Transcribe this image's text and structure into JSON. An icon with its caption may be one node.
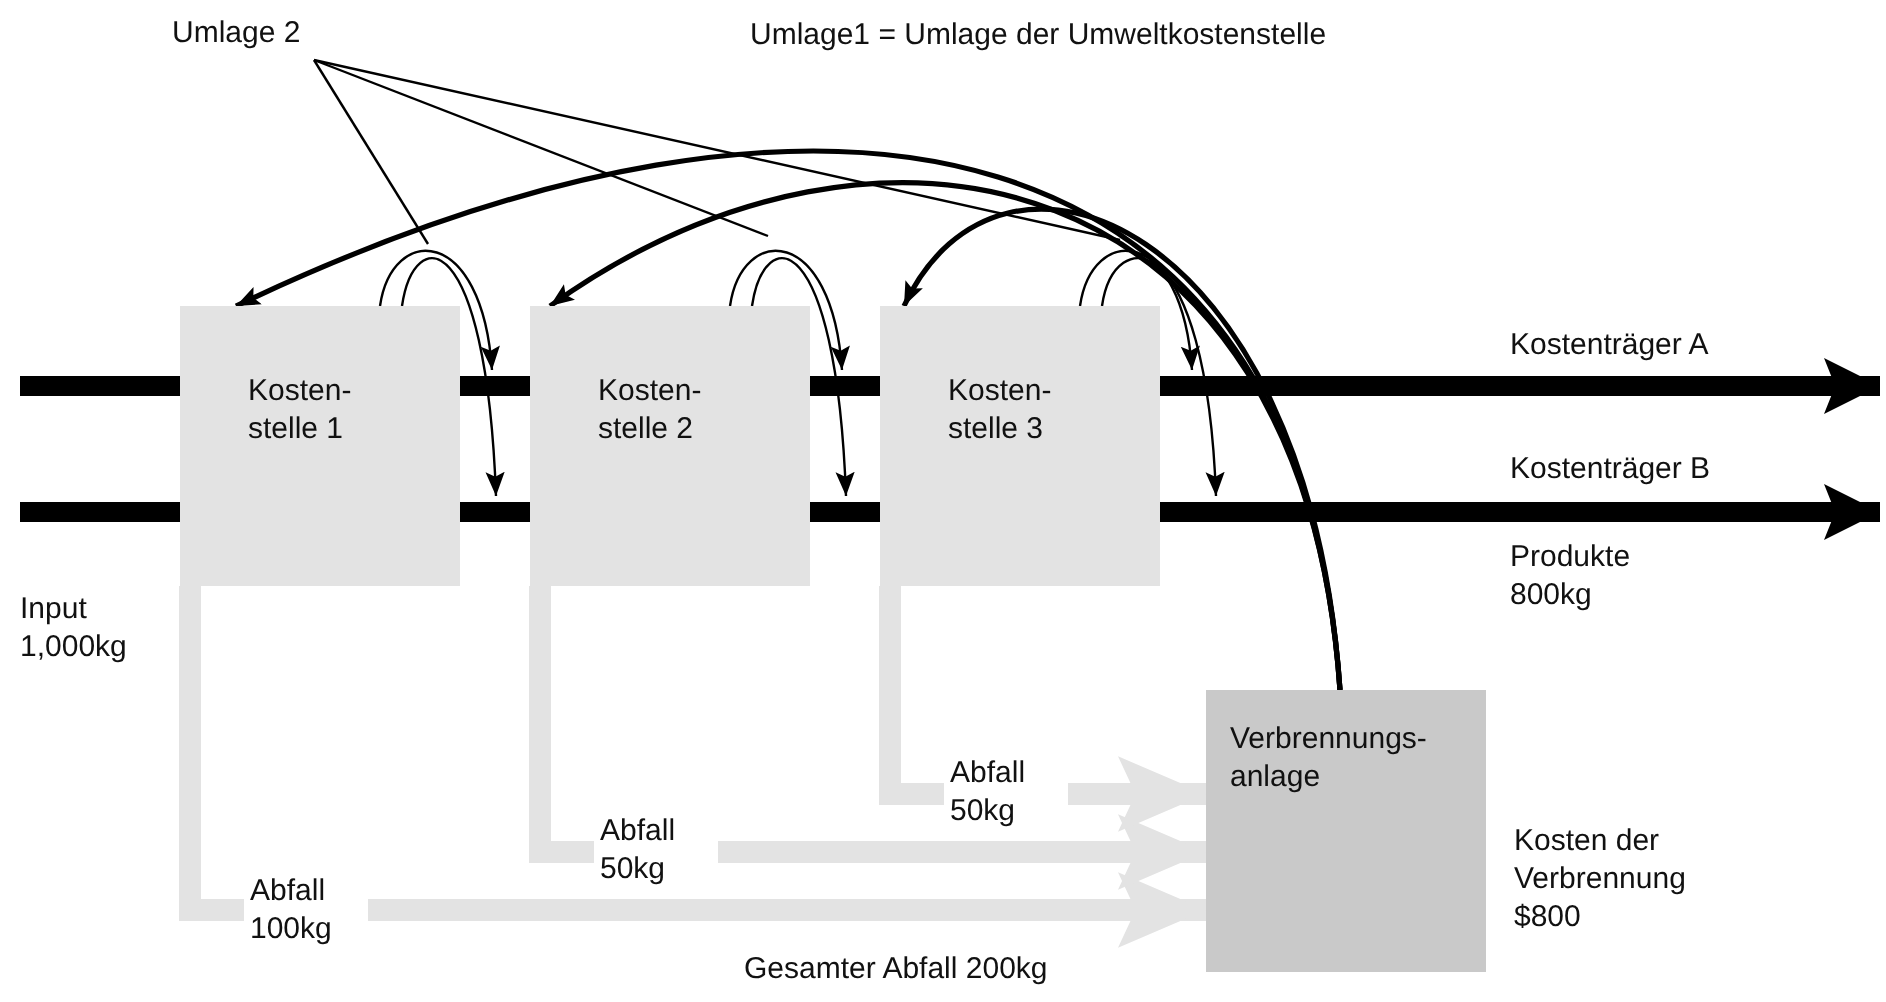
{
  "diagram": {
    "nodes": [
      {
        "text": [
          "Kosten- stelle 1"
        ]
      },
      {
        "text": [
          "Kosten- stelle 2"
        ]
      },
      {
        "text": [
          "Kosten- stelle 3"
        ]
      },
      {
        "text": [
          "Verbrennungs- anlage"
        ],
        "beside": [
          "Kosten der Verbrennung $800"
        ]
      },
      {
        "text": [
          "Umlage 2"
        ]
      }
    ],
    "edges": [
      {
        "from": null,
        "to": 0,
        "arrow": "none",
        "style": "thick"
      },
      {
        "from": 0,
        "to": 1,
        "arrow": "none",
        "style": "thick"
      },
      {
        "from": 1,
        "to": 2,
        "arrow": "none",
        "style": "thick"
      },
      {
        "from": 2,
        "to": null,
        "arrow": "to",
        "style": "thick",
        "label": "Kostenträger A"
      },
      {
        "from": null,
        "to": 0,
        "arrow": "none",
        "style": "thick"
      },
      {
        "from": 0,
        "to": 1,
        "arrow": "none",
        "style": "thick"
      },
      {
        "from": 1,
        "to": 2,
        "arrow": "none",
        "style": "thick"
      },
      {
        "from": 2,
        "to": null,
        "arrow": "to",
        "style": "thick",
        "label": "Kostenträger B"
      },
      {
        "from": 0,
        "to": null,
        "arrow": "to"
      },
      {
        "from": 0,
        "to": null,
        "arrow": "to"
      },
      {
        "from": 1,
        "to": null,
        "arrow": "to"
      },
      {
        "from": 1,
        "to": null,
        "arrow": "to"
      },
      {
        "from": 2,
        "to": null,
        "arrow": "to"
      },
      {
        "from": 2,
        "to": null,
        "arrow": "to"
      },
      {
        "from": 3,
        "to": 0,
        "arrow": "to"
      },
      {
        "from": 3,
        "to": 1,
        "arrow": "to"
      },
      {
        "from": 3,
        "to": 2,
        "arrow": "to"
      },
      {
        "from": 4,
        "to": null,
        "arrow": "none"
      },
      {
        "from": 4,
        "to": null,
        "arrow": "none"
      },
      {
        "from": 4,
        "to": null,
        "arrow": "none"
      },
      {
        "from": 0,
        "to": 3,
        "arrow": "to",
        "style": "thick",
        "color": "#e3e3e3",
        "label": "Abfall 100kg"
      },
      {
        "from": 1,
        "to": 3,
        "arrow": "to",
        "style": "thick",
        "color": "#e3e3e3",
        "label": "Abfall 50kg"
      },
      {
        "from": 2,
        "to": 3,
        "arrow": "to",
        "style": "thick",
        "color": "#e3e3e3",
        "label": "Abfall 50kg"
      }
    ],
    "labels": [
      "Umlage1 = Umlage der Umweltkostenstelle",
      "Input 1,000kg",
      "Produkte 800kg",
      "Gesamter Abfall 200kg"
    ]
  }
}
